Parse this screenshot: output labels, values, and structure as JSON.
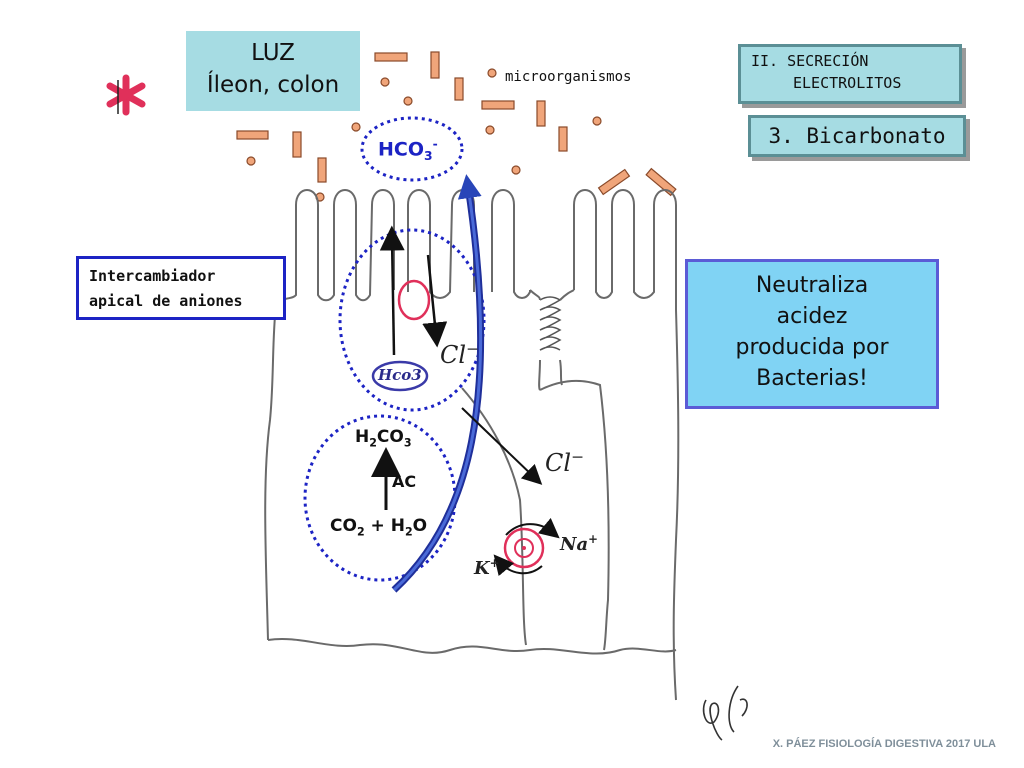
{
  "luz": {
    "line1": "LUZ",
    "line2": "Íleon, colon"
  },
  "section": {
    "line1": "II. SECRECIÓN",
    "line2": "ELECTROLITOS"
  },
  "topic": "3. Bicarbonato",
  "microorganisms_label": "microorganismos",
  "exchanger": {
    "line1": "Intercambiador",
    "line2": "apical de aniones"
  },
  "note": {
    "line1": "Neutraliza",
    "line2": "acidez",
    "line3": "producida por",
    "line4": "Bacterias!"
  },
  "lumen_ion": {
    "base": "HCO",
    "sub": "3",
    "sup": "-"
  },
  "reaction": {
    "product": {
      "a": "H",
      "sub1": "2",
      "b": "CO",
      "sub2": "3"
    },
    "enzyme": "AC",
    "reactants": {
      "a": "CO",
      "sub1": "2",
      "plus": " + H",
      "sub2": "2",
      "b": "O"
    }
  },
  "handwritten": {
    "hco3": "Hco3",
    "cl_minus": "Cl",
    "minus": "−",
    "na": "Na",
    "k": "K",
    "plus": "+"
  },
  "footer": "X. PÁEZ   FISIOLOGÍA DIGESTIVA 2017 ULA",
  "colors": {
    "accent_blue": "#1c23c4",
    "box_cyan": "#a6dce3",
    "note_blue": "#80d3f4",
    "bacteria": "#f0a57a",
    "pump_red": "#e0305a",
    "asterisk": "#e0305a"
  }
}
